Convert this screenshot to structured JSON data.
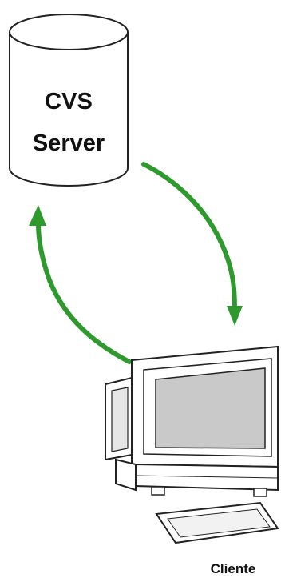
{
  "server": {
    "label_line1": "CVS",
    "label_line2": "Server",
    "icon": "database-cylinder-icon"
  },
  "client": {
    "label": "Cliente",
    "icon": "desktop-computer-icon"
  },
  "connectors": [
    {
      "name": "server-to-client-arrow",
      "color": "#2e9a2e"
    },
    {
      "name": "client-to-server-arrow",
      "color": "#2e9a2e"
    }
  ],
  "colors": {
    "arrow": "#2e9a2e",
    "outline": "#222222",
    "screen": "#c9c9c9",
    "body": "#ffffff"
  }
}
